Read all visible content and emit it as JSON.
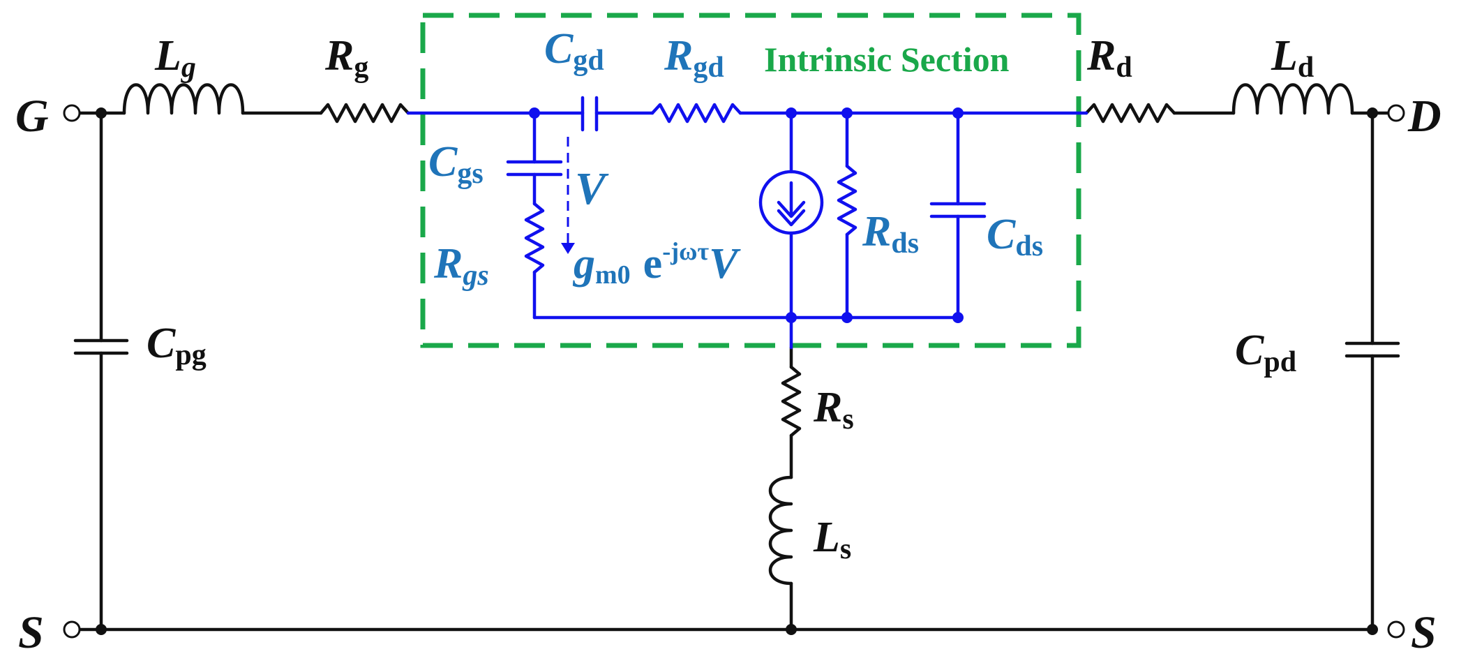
{
  "diagram": {
    "title": "",
    "colors": {
      "extrinsic": "#111111",
      "intrinsic_wire": "#1010ee",
      "intrinsic_text": "#1f74b9",
      "box": "#1aa84a",
      "background": "#ffffff"
    },
    "terminals": {
      "gate": "G",
      "drain": "D",
      "source_left": "S",
      "source_right": "S"
    },
    "box_label": "Intrinsic Section",
    "extrinsic": {
      "Lg": {
        "sym": "L",
        "sub": "g"
      },
      "Rg": {
        "sym": "R",
        "sub": "g"
      },
      "Rd": {
        "sym": "R",
        "sub": "d"
      },
      "Ld": {
        "sym": "L",
        "sub": "d"
      },
      "Cpg": {
        "sym": "C",
        "sub": "pg"
      },
      "Cpd": {
        "sym": "C",
        "sub": "pd"
      },
      "Rs": {
        "sym": "R",
        "sub": "s"
      },
      "Ls": {
        "sym": "L",
        "sub": "s"
      }
    },
    "intrinsic": {
      "Cgd": {
        "sym": "C",
        "sub": "gd"
      },
      "Rgd": {
        "sym": "R",
        "sub": "gd"
      },
      "Cgs": {
        "sym": "C",
        "sub": "gs"
      },
      "Rgs": {
        "sym": "R",
        "sub": "gs"
      },
      "Rds": {
        "sym": "R",
        "sub": "ds"
      },
      "Cds": {
        "sym": "C",
        "sub": "ds"
      },
      "V": "V",
      "source": {
        "g": "g",
        "g_sub": "m0",
        "e": "e",
        "exp": "-jωτ",
        "v": "V"
      }
    }
  }
}
